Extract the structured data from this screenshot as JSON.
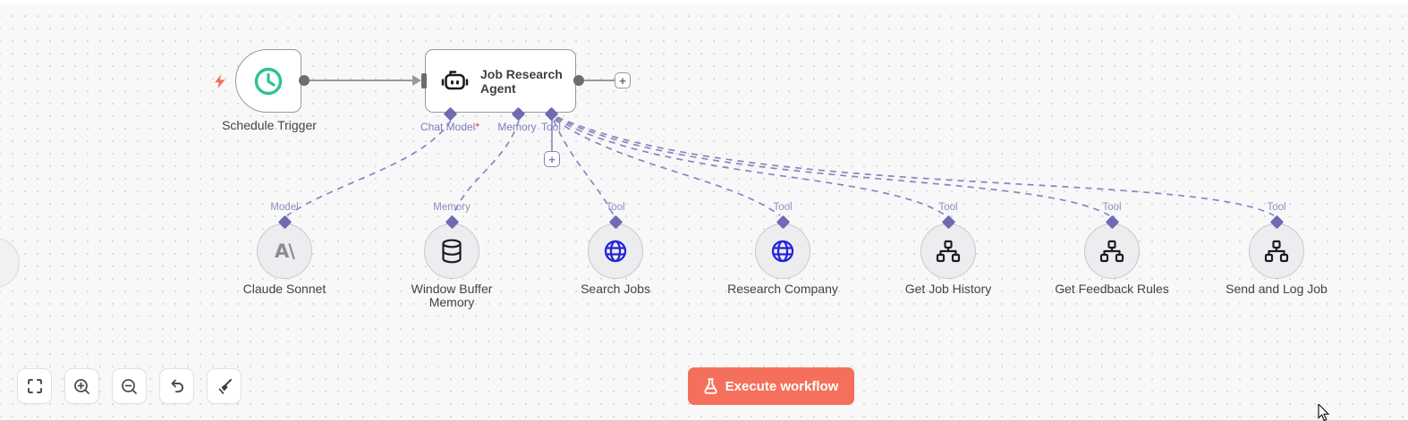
{
  "workflow": {
    "add_node_plus": "+",
    "trigger": {
      "name": "Schedule Trigger",
      "icon": "clock-icon"
    },
    "agent": {
      "name": "Job Research Agent",
      "icon": "robot-icon",
      "inputs": [
        {
          "label": "Chat Model",
          "required_marker": "*"
        },
        {
          "label": "Memory",
          "required_marker": ""
        },
        {
          "label": "Tool",
          "required_marker": ""
        }
      ]
    },
    "sub_nodes": [
      {
        "name": "Claude Sonnet",
        "port_label": "Model",
        "icon": "anthropic-icon"
      },
      {
        "name": "Window Buffer Memory",
        "port_label": "Memory",
        "icon": "database-icon"
      },
      {
        "name": "Search Jobs",
        "port_label": "Tool",
        "icon": "globe-icon"
      },
      {
        "name": "Research Company",
        "port_label": "Tool",
        "icon": "globe-icon"
      },
      {
        "name": "Get Job History",
        "port_label": "Tool",
        "icon": "sitemap-icon"
      },
      {
        "name": "Get Feedback Rules",
        "port_label": "Tool",
        "icon": "sitemap-icon"
      },
      {
        "name": "Send and Log Job",
        "port_label": "Tool",
        "icon": "sitemap-icon"
      }
    ]
  },
  "controls": {
    "buttons": [
      {
        "name": "zoom-to-fit",
        "icon": "fit-view-icon"
      },
      {
        "name": "zoom-in",
        "icon": "zoom-in-icon"
      },
      {
        "name": "zoom-out",
        "icon": "zoom-out-icon"
      },
      {
        "name": "undo",
        "icon": "undo-icon"
      },
      {
        "name": "tidy-up",
        "icon": "broom-icon"
      }
    ],
    "execute_button": {
      "label": "Execute workflow",
      "icon": "flask-icon"
    }
  },
  "colors": {
    "execute_button": "#f4705c",
    "connector_diamond": "#6e6bb2",
    "dashed_wire": "#8886bd",
    "solid_wire": "#98989c",
    "trigger_clock": "#2cc392",
    "globe_blue": "#2323d8",
    "lightning": "#f0705f",
    "canvas_bg": "#f8f8f9"
  }
}
